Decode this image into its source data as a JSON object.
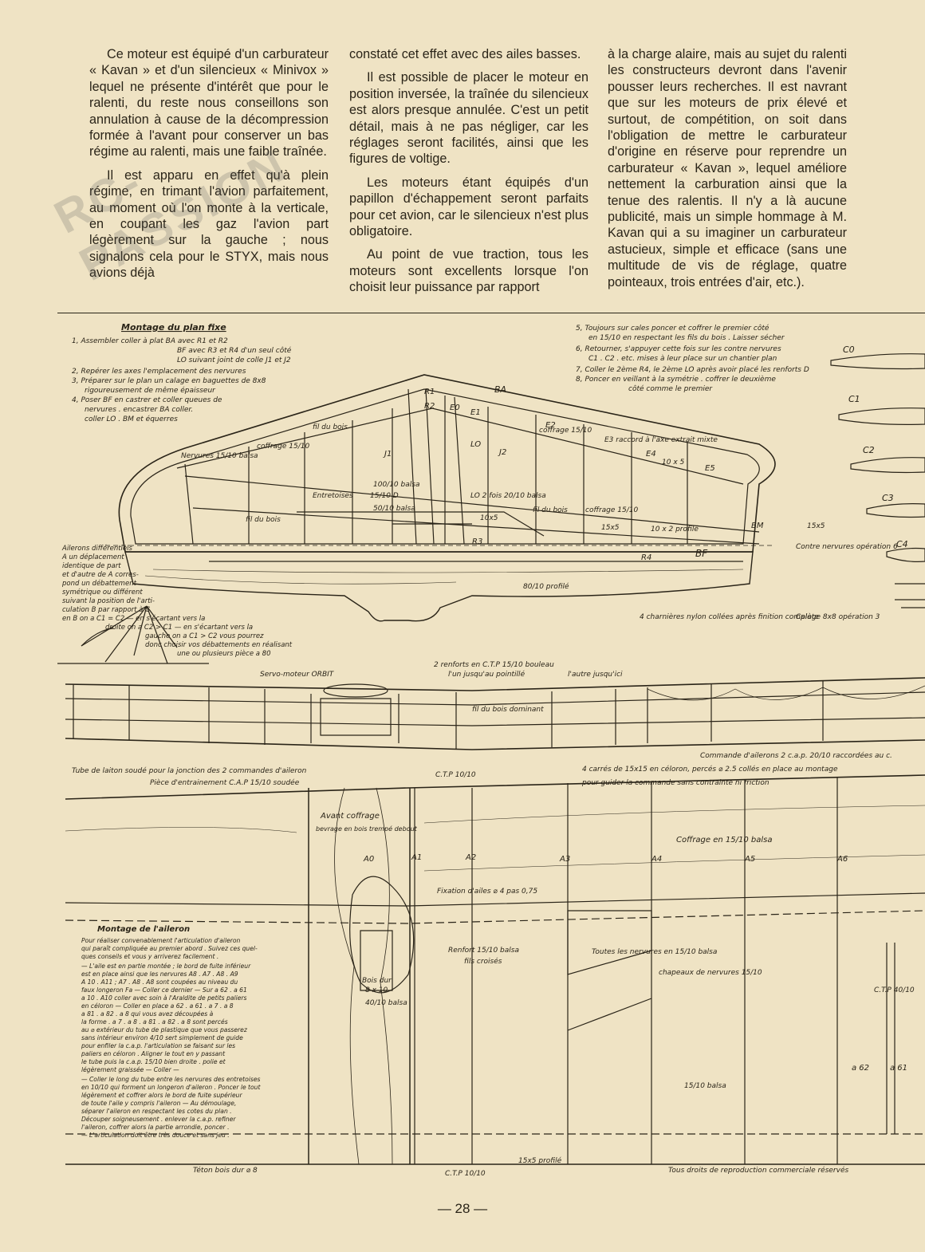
{
  "article": {
    "col1": [
      "Ce moteur est équipé d'un carburateur « Kavan » et d'un silencieux « Minivox » lequel ne présente d'intérêt que pour le ralenti, du reste nous conseillons son annulation à cause de la décompression formée à l'avant pour conserver un bas régime au ralenti, mais une faible traînée.",
      "Il est apparu en effet qu'à plein régime, en trimant l'avion parfaitement, au moment où l'on monte à la verticale, en coupant les gaz l'avion part légèrement sur la gauche ; nous signalons cela pour le STYX, mais nous avions déjà"
    ],
    "col2": [
      "constaté cet effet avec des ailes basses.",
      "Il est possible de placer le moteur en position inversée, la traînée du silencieux est alors presque annulée. C'est un petit détail, mais à ne pas négliger, car les réglages seront facilités, ainsi que les figures de voltige.",
      "Les moteurs étant équipés d'un papillon d'échappement seront parfaits pour cet avion, car le silencieux n'est plus obligatoire.",
      "Au point de vue traction, tous les moteurs sont excellents lorsque l'on choisit leur puissance par rapport"
    ],
    "col3": [
      "à la charge alaire, mais au sujet du ralenti les constructeurs devront dans l'avenir pousser leurs recherches. Il est navrant que sur les moteurs de prix élevé et surtout, de compétition, on soit dans l'obligation de mettre le carburateur d'origine en réserve pour reprendre un carburateur « Kavan », lequel améliore nettement la carburation ainsi que la tenue des ralentis. Il n'y a là aucune publicité, mais un simple hommage à M. Kavan qui a su imaginer un carburateur astucieux, simple et efficace (sans une multitude de vis de réglage, quatre pointeaux, trois entrées d'air, etc.)."
    ]
  },
  "stamp": "RC-PASSION",
  "plan": {
    "title_fixe": "Montage du plan fixe",
    "steps_left": [
      "1, Assembler coller à plat BA avec R1 et R2",
      "BF avec R3 et R4 d'un seul côté",
      "LO suivant joint de colle J1 et J2",
      "2, Repérer les axes l'emplacement des nervures",
      "3, Préparer sur le plan un calage en baguettes de 8x8",
      "rigoureusement de même épaisseur",
      "4, Poser BF en castrer et coller queues de",
      "nervures . encastrer BA coller.",
      "coller LO . BM et équerres"
    ],
    "steps_right": [
      "5, Toujours sur cales poncer et coffrer le premier côté",
      "en 15/10 en respectant les fils du bois . Laisser sécher",
      "6, Retourner, s'appuyer cette fois sur les contre nervures",
      "C1 . C2 . etc. mises à leur place sur un chantier plan",
      "7, Coller le 2ème R4, le 2ème LO après avoir placé les renforts D",
      "8, Poncer en veillant à la symétrie . coffrer le deuxième",
      "côté comme le premier"
    ],
    "stab_labels": {
      "BA": "BA",
      "R1": "R1",
      "R2": "R2",
      "E0": "E0",
      "E1": "E1",
      "E2": "E2",
      "E3": "E3",
      "E4": "E4",
      "E5": "E5",
      "J1": "J1",
      "J2": "J2",
      "LO": "LO",
      "R3": "R3",
      "R4": "R4",
      "BF": "BF",
      "BM": "BM",
      "coffrage": "coffrage 15/10",
      "coffrage2": "coffrage 15/10",
      "nervures": "Nervures 15/10 balsa",
      "fil_bois": "fil du bois",
      "entretoises": "Entretoises",
      "d1510": "15/10 D",
      "b100": "100/10 balsa",
      "b50": "50/10 balsa",
      "lo2": "LO 2 fois 20/10 balsa",
      "s10x5": "10x5",
      "s10x5b": "10 x 5",
      "s15x5": "15x5",
      "s10x2": "10 x 2 profilé",
      "s15x5r": "15x5",
      "prof80": "80/10 profilé",
      "raccord": "E3 raccord à l'axe extrait mixte",
      "charnieres": "4 charnières nylon collées après finition complète",
      "contre": "Contre nervures opération 6",
      "calage": "Calage 8x8 opération 3",
      "fil_bois2": "fil du bois",
      "fil_bois3": "fil du bois"
    },
    "ailerons_note": [
      "Ailerons différentiels",
      "A un déplacement",
      "identique de part",
      "et d'autre de A corres-",
      "pond un débattement",
      "symétrique ou différent",
      "suivant la position de l'arti-",
      "culation B par rapport à C",
      "en B on a C1 = C2 — en s'écartant vers la",
      "droite on a C2 > C1 — en s'écartant vers la",
      "gauche on a C1 > C2 vous pourrez",
      "donc choisir vos débattements en réalisant",
      "une ou plusieurs pièce a 80"
    ],
    "ribs": [
      "C0",
      "C1",
      "C2",
      "C3",
      "C4"
    ],
    "spar": {
      "servo": "Servo-moteur ORBIT",
      "renforts": "2 renforts en C.T.P 15/10 bouleau",
      "renforts2": "l'un jusqu'au pointillé",
      "renforts3": "l'autre jusqu'ici",
      "fil": "fil du bois dominant",
      "commande": "Commande d'ailerons 2 c.a.p. 20/10 raccordées au c.",
      "tube": "Tube de laiton soudé pour la jonction des 2 commandes d'aileron",
      "piece": "Pièce d'entrainement C.A.P 15/10 soudée",
      "carres": "4 carrés de 15x15 en céloron, percés ⌀ 2.5 collés en place au montage",
      "guider": "pour guider la commande sans contrainte ni friction"
    },
    "wing": {
      "ctp": "C.T.P 10/10",
      "avant": "Avant coffrage",
      "bevel": "bevrage en bois trempé debout",
      "coffrage": "Coffrage en 15/10 balsa",
      "stations": [
        "A0",
        "A1",
        "A2",
        "A3",
        "A4",
        "A5",
        "A6"
      ],
      "fixation": "Fixation d'ailes ⌀ 4 pas 0,75",
      "renfort": "Renfort 15/10 balsa",
      "fils": "fils croisés",
      "boisdur": "Bois dur",
      "s8x10": "8 x 10",
      "b40": "40/10 balsa",
      "toutes": "Toutes les nervures en 15/10 balsa",
      "chapeaux": "chapeaux de nervures 15/10",
      "ctp40": "C.T.P 40/10",
      "a62": "a 62",
      "a61": "a 61",
      "balsa1510": "15/10 balsa",
      "prof": "15x5 profilé",
      "teton": "Téton bois dur ⌀ 8",
      "ctp10": "C.T.P 10/10",
      "droits": "Tous droits de reproduction commerciale réservés"
    },
    "aileron_title": "Montage de l'aileron",
    "aileron_text": [
      "Pour réaliser convenablement l'articulation d'aileron",
      "qui paraît compliquée au premier abord . Suivez ces quel-",
      "ques conseils et vous y arriverez facilement .",
      "— L'aile est en partie montée ; le bord de fuite inférieur",
      "est en place ainsi que les nervures A8 . A7 . A8 . A9",
      "A 10 . A11 ; A7 . A8 . A8 sont coupées au niveau du",
      "faux longeron Fa — Coller ce dernier — Sur a 62 . a 61",
      "a 10 . A10 coller avec soin à l'Araldite de petits paliers",
      "en céloron — Coller en place a 62 . a 61 . a 7 . a 8",
      "a 81 . a 82 . a 8 qui vous avez découpées à",
      "la forme . a 7 . a 8 . a 81 . a 82 . a 8 sont percés",
      "au ⌀ extérieur du tube de plastique que vous passerez",
      "sans intérieur environ 4/10 sert simplement de guide",
      "pour enfiler la c.a.p. l'articulation se faisant sur les",
      "paliers en céloron . Aligner le tout en y passant",
      "le tube puis la c.a.p. 15/10 bien droite . polie et",
      "légèrement graissée — Coller —",
      "— Coller le long du tube entre les nervures des entretoises",
      "en 10/10 qui forment un longeron d'aileron . Poncer le tout",
      "légèrement et coffrer alors le bord de fuite supérieur",
      "de toute l'aile y compris l'aileron — Au démoulage,",
      "séparer l'aileron en respectant les cotes du plan .",
      "Découper soigneusement . enlever la c.a.p. refiner",
      "l'aileron, coffrer alors la partie arrondie, poncer .",
      "— L'articulation doit être très douce et sans jeu ."
    ]
  },
  "page_number": "— 28 —"
}
